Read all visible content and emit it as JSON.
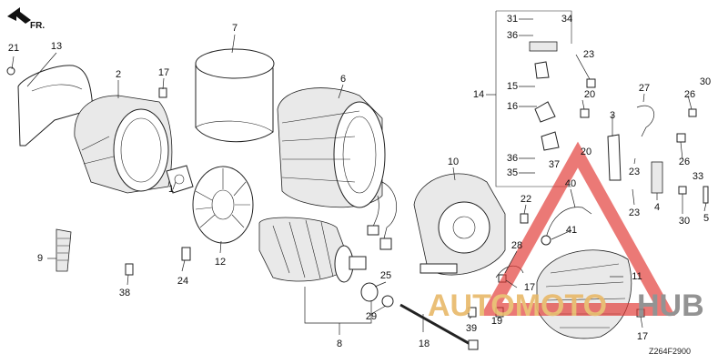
{
  "direction": "FR.",
  "diagram_code": "Z264F2900",
  "watermark": {
    "left": "AUTOMOTO",
    "right": "HUB",
    "colors": {
      "left": "#e8b969",
      "right": "#888888",
      "triangle": "#e23a35"
    }
  },
  "callouts": {
    "c1": "1",
    "c2": "2",
    "c3": "3",
    "c4": "4",
    "c5": "5",
    "c6": "6",
    "c7": "7",
    "c8": "8",
    "c9": "9",
    "c10": "10",
    "c11": "11",
    "c12": "12",
    "c13": "13",
    "c14": "14",
    "c15": "15",
    "c16": "16",
    "c17a": "17",
    "c17b": "17",
    "c17c": "17",
    "c18": "18",
    "c19": "19",
    "c20a": "20",
    "c20b": "20",
    "c21": "21",
    "c22": "22",
    "c23a": "23",
    "c23b": "23",
    "c23c": "23",
    "c24": "24",
    "c25": "25",
    "c26a": "26",
    "c26b": "26",
    "c27": "27",
    "c28": "28",
    "c29": "29",
    "c30a": "30",
    "c30b": "30",
    "c31": "31",
    "c33": "33",
    "c34": "34",
    "c35": "35",
    "c36a": "36",
    "c36b": "36",
    "c37": "37",
    "c38": "38",
    "c39": "39",
    "c40": "40",
    "c41": "41"
  }
}
